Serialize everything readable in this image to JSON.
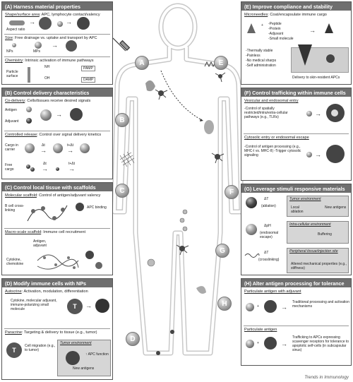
{
  "markers": [
    "A",
    "B",
    "C",
    "D",
    "E",
    "F",
    "G",
    "H"
  ],
  "panelA": {
    "title": "(A) Harness material properties",
    "rows": [
      {
        "title_u": "Shape/surface area",
        "title_rest": ": APC, lymphocyte contact/valency",
        "labels": [
          "Aspect ratio"
        ]
      },
      {
        "title_u": "Size",
        "title_rest": ": Free drainage vs. uptake and transport by APC",
        "labels": [
          "NPs",
          "MPs"
        ]
      },
      {
        "title_u": "Chemistry",
        "title_rest": ": Intrinsic activation of immune pathways",
        "labels": [
          "Particle surface",
          "NH",
          "OH",
          "PAMP",
          "DAMP"
        ]
      }
    ]
  },
  "panelB": {
    "title": "(B) Control delivery characteristics",
    "rows": [
      {
        "title_u": "Co-delivery",
        "title_rest": ": Cells/tissues receive desired signals",
        "labels": [
          "Antigen",
          "Adjuvant"
        ]
      },
      {
        "title_u": "Controlled release",
        "title_rest": ": Control over signal delivery kinetics",
        "labels": [
          "Cargo in carrier",
          "Free cargo",
          "Δt",
          "t+Δt",
          "Δt",
          "t+Δt"
        ]
      }
    ]
  },
  "panelC": {
    "title": "(C) Control local tissue with scaffolds",
    "rows": [
      {
        "title_u": "Molecular scaffold",
        "title_rest": ": Control of antigen/adjuvant valency",
        "labels": [
          "B cell cross-linking",
          "APC binding"
        ]
      },
      {
        "title_u": "Macro-scale scaffold",
        "title_rest": ": Immune cell recruitment",
        "labels": [
          "Antigen, adjuvant",
          "Cytokine, chemokine"
        ]
      }
    ]
  },
  "panelD": {
    "title": "(D) Modify immune cells with NPs",
    "rows": [
      {
        "title_u": "Autocrine",
        "title_rest": ": Activation, modulation, differentiation",
        "labels": [
          "Cytokine, molecular adjuvant, immune-polarizing small molecule"
        ]
      },
      {
        "title_u": "Paracrine",
        "title_rest": ": Targeting & delivery to tissue (e.g., tumor)",
        "labels": [
          "Cell migration (e.g., to tumor)",
          "Tumor environment",
          "↑ APC function",
          "New antigens"
        ]
      }
    ]
  },
  "panelE": {
    "title": "(E) Improve compliance and stability",
    "row_title_u": "Microneedles",
    "row_title_rest": ": Coat/encapsulate immune cargo",
    "list": [
      "-Peptide",
      "-Protein",
      "-Adjuvant",
      "-Small molecule"
    ],
    "benefits": [
      "-Thermally stable",
      "-Painless",
      "-No medical sharps",
      "-Self administration"
    ],
    "caption": "Delivery to skin-resident APCs"
  },
  "panelF": {
    "title": "(F) Control trafficking within immune cells",
    "rows": [
      {
        "title_u": "Vesicular and endosomal entry",
        "text": "-Control of spatially restricted/intra/extra-cellular pathways (e.g., TLRs)"
      },
      {
        "title_u": "Cytosolic entry or endosomal escape",
        "text": "-Control of antigen processing (e.g., MHC-I vs. MHC-II) -Trigger cytosolic signaling"
      }
    ]
  },
  "panelG": {
    "title": "(G) Leverage stimuli responsive materials",
    "rows": [
      {
        "stim": "ΔT",
        "sub": "(ablation)",
        "box": "Tumor environment",
        "labels": [
          "Local ablation",
          "New antigens"
        ]
      },
      {
        "stim": "ΔpH",
        "sub": "(endosomal escape)",
        "box": "Intra-cellular environment",
        "labels": [
          "Buffering"
        ]
      },
      {
        "stim": "ΔT",
        "sub": "(crosslinking)",
        "box": "Peripheral tissue/injection site",
        "labels": [
          "Altered mechanical properties (e.g., stiffness)"
        ]
      }
    ]
  },
  "panelH": {
    "title": "(H) Alter antigen processing for tolerance",
    "rows": [
      {
        "title_u": "Particulate antigen with adjuvant",
        "text": "Traditional processing and activation mechanisms"
      },
      {
        "title_u": "Particulate antigen",
        "text": "Trafficking to APCs expressing scavenger receptors for tolerance to apoptotic self-cells (in subcapsular sinus)"
      }
    ]
  },
  "footer": "Trends in Immunology"
}
